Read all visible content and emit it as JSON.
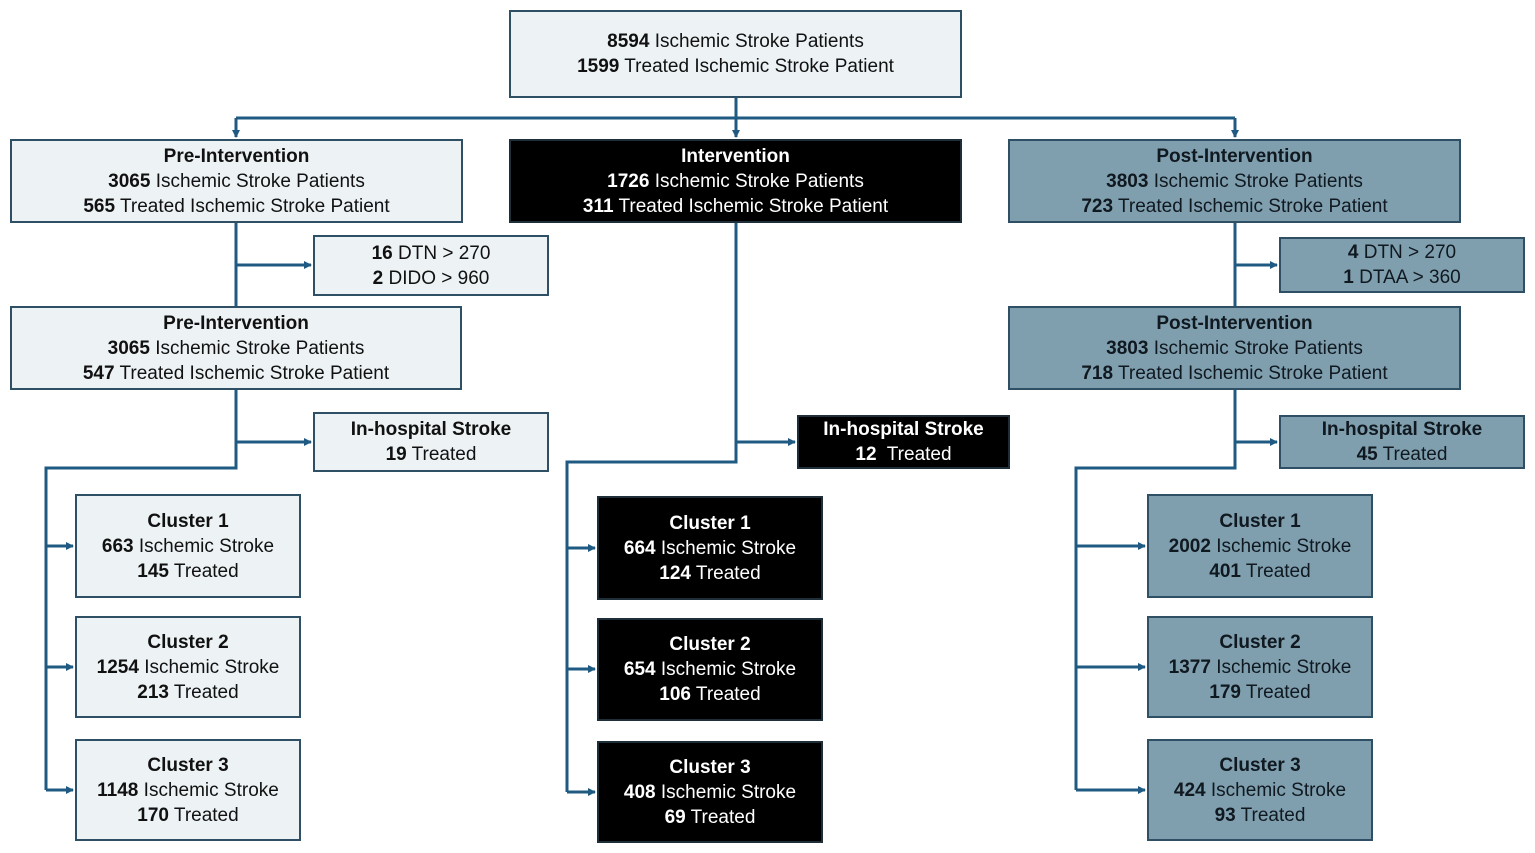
{
  "colors": {
    "connector": "#1f5a82",
    "pre_fill": "#edf3f5",
    "intervention_fill": "#000000",
    "post_fill": "#7f9fae",
    "border": "#2f4f64"
  },
  "root": {
    "line1_num": "8594",
    "line1_text": " Ischemic Stroke Patients",
    "line2_num": "1599",
    "line2_text": " Treated Ischemic Stroke Patient"
  },
  "pre": {
    "stage1": {
      "title": "Pre-Intervention",
      "patients_num": "3065",
      "patients_text": " Ischemic Stroke Patients",
      "treated_num": "565",
      "treated_text": " Treated Ischemic Stroke Patient"
    },
    "exclusion": {
      "l1_num": "16",
      "l1_text": " DTN > 270",
      "l2_num": "2",
      "l2_text": " DIDO > 960"
    },
    "stage2": {
      "title": "Pre-Intervention",
      "patients_num": "3065",
      "patients_text": " Ischemic Stroke Patients",
      "treated_num": "547",
      "treated_text": " Treated Ischemic Stroke Patient"
    },
    "inhospital": {
      "title": "In-hospital Stroke",
      "num": "19",
      "text": " Treated"
    },
    "clusters": [
      {
        "title": "Cluster 1",
        "num": "663",
        "text": " Ischemic Stroke",
        "treated_num": "145",
        "treated_text": " Treated"
      },
      {
        "title": "Cluster 2",
        "num": "1254",
        "text": " Ischemic Stroke",
        "treated_num": "213",
        "treated_text": " Treated"
      },
      {
        "title": "Cluster 3",
        "num": "1148",
        "text": " Ischemic Stroke",
        "treated_num": "170",
        "treated_text": " Treated"
      }
    ]
  },
  "intervention": {
    "stage1": {
      "title": "Intervention",
      "patients_num": "1726",
      "patients_text": " Ischemic Stroke Patients",
      "treated_num": "311",
      "treated_text": " Treated Ischemic Stroke Patient"
    },
    "inhospital": {
      "title": "In-hospital Stroke",
      "num": "12",
      "text": "  Treated"
    },
    "clusters": [
      {
        "title": "Cluster 1",
        "num": "664",
        "text": " Ischemic Stroke",
        "treated_num": "124",
        "treated_text": " Treated"
      },
      {
        "title": "Cluster 2",
        "num": "654",
        "text": " Ischemic Stroke",
        "treated_num": "106",
        "treated_text": " Treated"
      },
      {
        "title": "Cluster 3",
        "num": "408",
        "text": " Ischemic Stroke",
        "treated_num": "69",
        "treated_text": " Treated"
      }
    ]
  },
  "post": {
    "stage1": {
      "title": "Post-Intervention",
      "patients_num": "3803",
      "patients_text": " Ischemic Stroke Patients",
      "treated_num": "723",
      "treated_text": " Treated Ischemic Stroke Patient"
    },
    "exclusion": {
      "l1_num": "4",
      "l1_text": " DTN > 270",
      "l2_num": "1",
      "l2_text": " DTAA > 360"
    },
    "stage2": {
      "title": "Post-Intervention",
      "patients_num": "3803",
      "patients_text": " Ischemic Stroke Patients",
      "treated_num": "718",
      "treated_text": " Treated Ischemic Stroke Patient"
    },
    "inhospital": {
      "title": "In-hospital Stroke",
      "num": "45",
      "text": " Treated"
    },
    "clusters": [
      {
        "title": "Cluster 1",
        "num": "2002",
        "text": " Ischemic Stroke",
        "treated_num": "401",
        "treated_text": " Treated"
      },
      {
        "title": "Cluster 2",
        "num": "1377",
        "text": " Ischemic Stroke",
        "treated_num": "179",
        "treated_text": " Treated"
      },
      {
        "title": "Cluster 3",
        "num": "424",
        "text": " Ischemic Stroke",
        "treated_num": "93",
        "treated_text": " Treated"
      }
    ]
  }
}
